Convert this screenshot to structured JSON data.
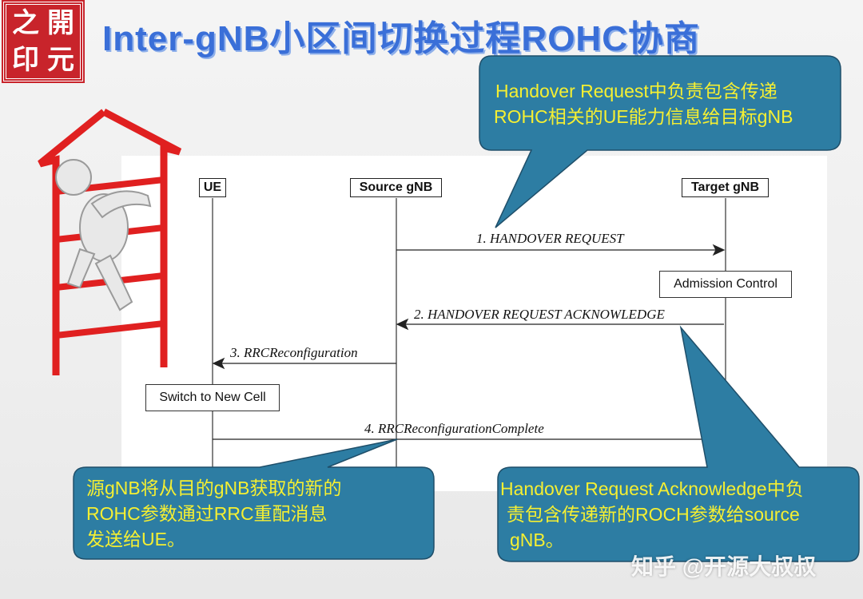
{
  "logo": {
    "chars": [
      "之",
      "開",
      "印",
      "元"
    ]
  },
  "title": "Inter-gNB小区间切换过程ROHC协商",
  "colors": {
    "callout_fill": "#2d7da3",
    "callout_text": "#f5ef32",
    "title": "#3a6fd8",
    "ladder": "#e02020"
  },
  "lifelines": {
    "ue": "UE",
    "source": "Source gNB",
    "target": "Target gNB"
  },
  "messages": {
    "m1": "1. HANDOVER REQUEST",
    "m2": "2. HANDOVER REQUEST ACKNOWLEDGE",
    "m3": "3. RRCReconfiguration",
    "m4": "4. RRCReconfigurationComplete"
  },
  "processes": {
    "admission": "Admission Control",
    "switch": "Switch to New Cell"
  },
  "callouts": {
    "top": [
      "Handover Request中负责包含传递",
      "ROHC相关的UE能力信息给目标gNB"
    ],
    "bottom_left": [
      "源gNB将从目的gNB获取的新的",
      "ROHC参数通过RRC重配消息",
      "发送给UE。"
    ],
    "bottom_right": [
      "Handover Request Acknowledge中负",
      "责包含传递新的ROCH参数给source",
      "gNB。"
    ]
  },
  "watermark": "知乎 @开源大叔叔"
}
